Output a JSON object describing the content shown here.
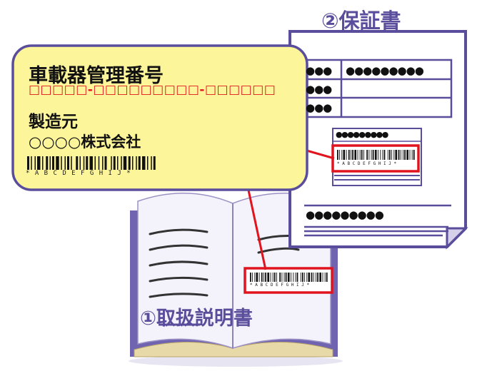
{
  "warranty": {
    "title": "②保証書",
    "table": [
      [
        "●●●",
        "●●●●●●●●●"
      ],
      [
        "●●●",
        ""
      ],
      [
        "●●●",
        ""
      ]
    ],
    "label_dots": "●●●●●●●●●",
    "footer_dots": "●●●●●●●●●"
  },
  "card": {
    "title": "車載器管理番号",
    "serial": "□□□□□-□□□□□□□□□-□□□□□□",
    "maker_label": "製造元",
    "maker": "○○○○株式会社",
    "barcode_text": "* A B C D E F G H I J *"
  },
  "manual": {
    "title": "①取扱説明書",
    "barcode_text": "* A B C D E F G H I J *"
  },
  "colors": {
    "card_fill": "#fdf59a",
    "outline": "#5a4d9c",
    "highlight": "#e0141e",
    "book_cover": "#7064b0"
  }
}
